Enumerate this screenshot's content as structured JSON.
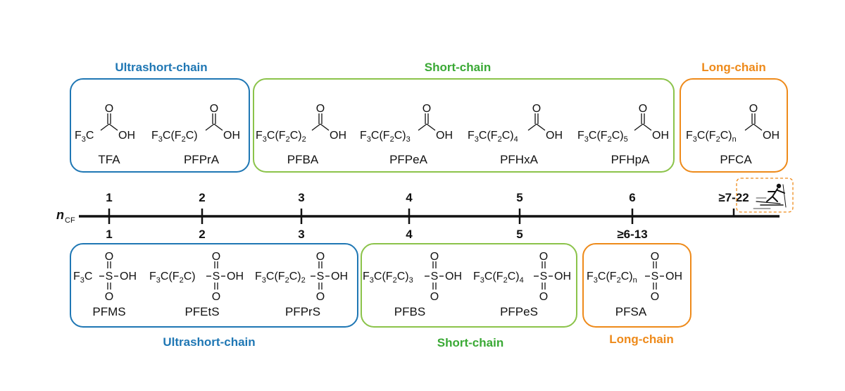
{
  "colors": {
    "ultrashort": "#1f77b4",
    "short": "#3aa935",
    "long": "#ee8a1a",
    "short_border": "#8bc34a",
    "axis": "#111111"
  },
  "axis": {
    "label": "n",
    "label_sub": "CF",
    "top_ticks": [
      "1",
      "2",
      "3",
      "4",
      "5",
      "6",
      "≥7-22"
    ],
    "bottom_ticks": [
      "1",
      "2",
      "3",
      "4",
      "5",
      "≥6-13"
    ]
  },
  "top_groups": [
    {
      "label": "Ultrashort-chain",
      "color_key": "ultrashort"
    },
    {
      "label": "Short-chain",
      "color_key": "short"
    },
    {
      "label": "Long-chain",
      "color_key": "long"
    }
  ],
  "bottom_groups": [
    {
      "label": "Ultrashort-chain",
      "color_key": "ultrashort"
    },
    {
      "label": "Short-chain",
      "color_key": "short"
    },
    {
      "label": "Long-chain",
      "color_key": "long"
    }
  ],
  "carboxylic_acids": [
    {
      "abbr": "TFA",
      "chain_parts": [
        "F",
        "3",
        "C"
      ],
      "sub_n": ""
    },
    {
      "abbr": "PFPrA",
      "chain_parts": [
        "F",
        "3",
        "C(F",
        "2",
        "C)"
      ],
      "sub_n": ""
    },
    {
      "abbr": "PFBA",
      "chain_parts": [
        "F",
        "3",
        "C(F",
        "2",
        "C)",
        "2"
      ],
      "sub_n": ""
    },
    {
      "abbr": "PFPeA",
      "chain_parts": [
        "F",
        "3",
        "C(F",
        "2",
        "C)",
        "3"
      ],
      "sub_n": ""
    },
    {
      "abbr": "PFHxA",
      "chain_parts": [
        "F",
        "3",
        "C(F",
        "2",
        "C)",
        "4"
      ],
      "sub_n": ""
    },
    {
      "abbr": "PFHpA",
      "chain_parts": [
        "F",
        "3",
        "C(F",
        "2",
        "C)",
        "5"
      ],
      "sub_n": ""
    },
    {
      "abbr": "PFCA",
      "chain_parts": [
        "F",
        "3",
        "C(F",
        "2",
        "C)",
        "n"
      ],
      "sub_n": ""
    }
  ],
  "sulfonic_acids": [
    {
      "abbr": "PFMS",
      "chain_parts": [
        "F",
        "3",
        "C"
      ]
    },
    {
      "abbr": "PFEtS",
      "chain_parts": [
        "F",
        "3",
        "C(F",
        "2",
        "C)"
      ]
    },
    {
      "abbr": "PFPrS",
      "chain_parts": [
        "F",
        "3",
        "C(F",
        "2",
        "C)",
        "2"
      ]
    },
    {
      "abbr": "PFBS",
      "chain_parts": [
        "F",
        "3",
        "C(F",
        "2",
        "C)",
        "3"
      ]
    },
    {
      "abbr": "PFPeS",
      "chain_parts": [
        "F",
        "3",
        "C(F",
        "2",
        "C)",
        "4"
      ]
    },
    {
      "abbr": "PFSA",
      "chain_parts": [
        "F",
        "3",
        "C(F",
        "2",
        "C)",
        "n"
      ]
    }
  ],
  "atoms": {
    "oxygen": "O",
    "hydroxyl": "OH",
    "sulfur": "S"
  },
  "icon": {
    "name": "skier-icon"
  }
}
